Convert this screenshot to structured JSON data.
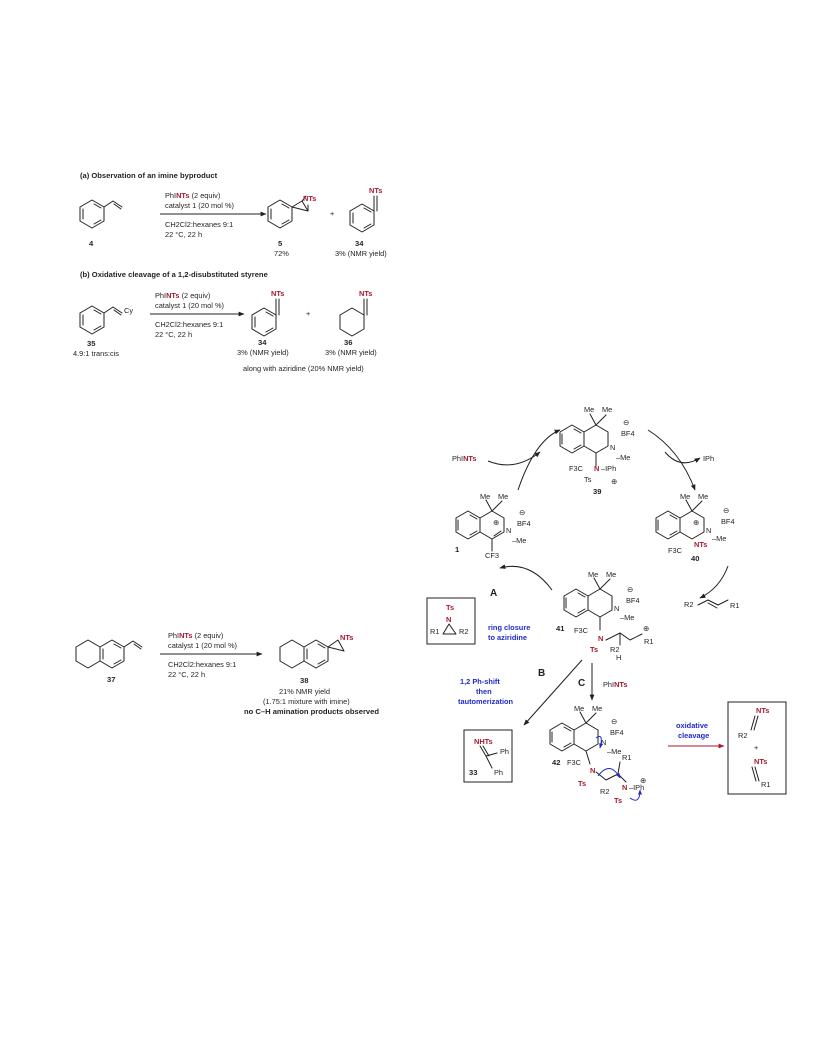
{
  "panel_a": {
    "heading": "(a) Observation of an imine byproduct",
    "cond1": "PhINTs (2 equiv)",
    "cond2": "catalyst 1 (20 mol %)",
    "cond3": "CH2Cl2:hexanes 9:1",
    "cond4": "22 °C, 22 h",
    "sm_num": "4",
    "p1_num": "5",
    "p1_yield": "72%",
    "p2_num": "34",
    "p2_yield": "3% (NMR yield)",
    "plus": "+"
  },
  "panel_b": {
    "heading": "(b) Oxidative cleavage of a 1,2-disubstituted styrene",
    "cond1": "PhINTs (2 equiv)",
    "cond2": "catalyst 1 (20 mol %)",
    "cond3": "CH2Cl2:hexanes 9:1",
    "cond4": "22 °C, 22 h",
    "sm_num": "35",
    "sm_ratio": "4.9:1 trans:cis",
    "p1_num": "34",
    "p1_yield": "3% (NMR yield)",
    "p2_num": "36",
    "p2_yield": "3% (NMR yield)",
    "note": "along with aziridine (20% NMR yield)",
    "plus": "+"
  },
  "panel_c": {
    "cond1": "PhINTs (2 equiv)",
    "cond2": "catalyst 1 (20 mol %)",
    "cond3": "CH2Cl2:hexanes 9:1",
    "cond4": "22 °C, 22 h",
    "sm_num": "37",
    "p_num": "38",
    "yield1": "21% NMR yield",
    "yield2": "(1.75:1 mixture with imine)",
    "yield3": "no C–H amination products observed"
  },
  "cycle": {
    "phints": "PhINTs",
    "iph": "IPh",
    "c39": "39",
    "c40": "40",
    "c1": "1",
    "c41": "41",
    "c42": "42",
    "c33": "33",
    "pathA": "A",
    "pathA_text1": "ring closure",
    "pathA_text2": "to aziridine",
    "pathB": "B",
    "pathB_text1": "1,2 Ph-shift",
    "pathB_text2": "then",
    "pathB_text3": "tautomerization",
    "pathC": "C",
    "pathC_reagent": "PhINTs",
    "ox1": "oxidative",
    "ox2": "cleavage"
  },
  "colors": {
    "red": "#a6192e",
    "blue": "#1f2bc9",
    "ink": "#231f20"
  }
}
